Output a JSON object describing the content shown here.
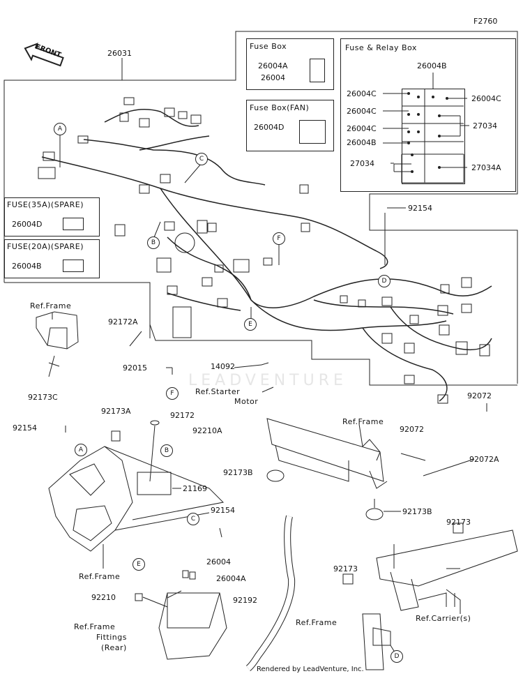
{
  "diagram_code": "F2760",
  "front_label": "FRONT",
  "footer": "Rendered by LeadVenture, Inc.",
  "watermark": "LEADVENTURE",
  "fuse_box": {
    "title": "Fuse Box",
    "parts": [
      "26004A",
      "26004"
    ]
  },
  "fuse_box_fan": {
    "title": "Fuse Box(FAN)",
    "part": "26004D"
  },
  "fuse_relay_box": {
    "title": "Fuse & Relay Box",
    "top": "26004B",
    "left": [
      "26004C",
      "26004C",
      "26004C",
      "26004B",
      "27034"
    ],
    "right": [
      "26004C",
      "27034",
      "27034A"
    ]
  },
  "spare_35a": {
    "title": "FUSE(35A)(SPARE)",
    "part": "26004D"
  },
  "spare_20a": {
    "title": "FUSE(20A)(SPARE)",
    "part": "26004B"
  },
  "callouts": [
    "A",
    "B",
    "C",
    "D",
    "E",
    "F"
  ],
  "labels": {
    "harness": "26031",
    "p92154_top": "92154",
    "p92172A": "92172A",
    "ref_frame_1": "Ref.Frame",
    "p92173C": "92173C",
    "p92015": "92015",
    "p14092": "14092",
    "ref_starter_1": "Ref.Starter",
    "ref_starter_2": "Motor",
    "p92072_a": "92072",
    "p92154_left": "92154",
    "p92173A": "92173A",
    "p92172": "92172",
    "p92210A": "92210A",
    "p21169": "21169",
    "p92154_mid": "92154",
    "ref_frame_2": "Ref.Frame",
    "ref_frame_3": "Ref.Frame",
    "p92173B_left": "92173B",
    "p92072_b": "92072",
    "p92072A": "92072A",
    "p92173B_mid": "92173B",
    "p26004": "26004",
    "p26004A": "26004A",
    "p92210": "92210",
    "ref_fittings_1": "Ref.Frame",
    "ref_fittings_2": "Fittings",
    "ref_fittings_3": "(Rear)",
    "p92192": "92192",
    "p92173_right": "92173",
    "p92173_left": "92173",
    "ref_frame_4": "Ref.Frame",
    "ref_carrier": "Ref.Carrier(s)"
  }
}
